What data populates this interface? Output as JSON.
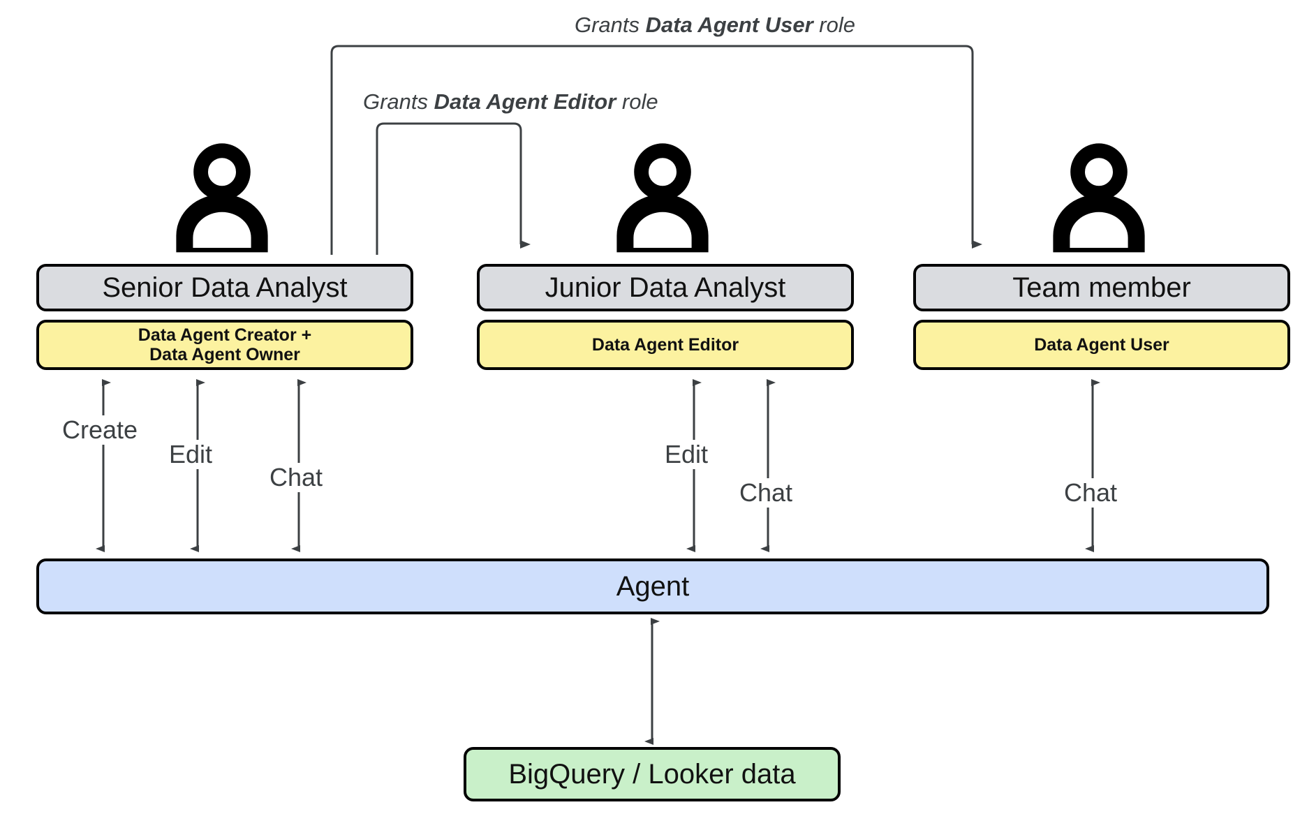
{
  "diagram": {
    "title": "Data Agent roles and access diagram",
    "background": "#ffffff",
    "colors": {
      "role_title_fill": "#dadce0",
      "role_badge_fill": "#fcf2a0",
      "agent_fill": "#cfdffc",
      "data_fill": "#c9f0c9",
      "stroke": "#000000",
      "connector": "#3c4043",
      "text": "#111111"
    }
  },
  "grants": [
    {
      "id": "grant-user",
      "prefix": "Grants ",
      "role": "Data Agent User",
      "suffix": " role",
      "from": "Senior Data Analyst",
      "to": "Team member"
    },
    {
      "id": "grant-editor",
      "prefix": "Grants ",
      "role": "Data Agent Editor",
      "suffix": " role",
      "from": "Senior Data Analyst",
      "to": "Junior Data Analyst"
    }
  ],
  "personas": [
    {
      "id": "senior-data-analyst",
      "icon": "person-icon",
      "title": "Senior Data Analyst",
      "badge": "Data Agent Creator +\nData Agent Owner",
      "badge_lines": [
        "Data Agent Creator +",
        "Data Agent Owner"
      ],
      "actions": [
        "Create",
        "Edit",
        "Chat"
      ]
    },
    {
      "id": "junior-data-analyst",
      "icon": "person-icon",
      "title": "Junior Data Analyst",
      "badge": "Data Agent Editor",
      "badge_lines": [
        "Data Agent Editor"
      ],
      "actions": [
        "Edit",
        "Chat"
      ]
    },
    {
      "id": "team-member",
      "icon": "person-icon",
      "title": "Team member",
      "badge": "Data Agent User",
      "badge_lines": [
        "Data Agent User"
      ],
      "actions": [
        "Chat"
      ]
    }
  ],
  "agent": {
    "label": "Agent"
  },
  "data_store": {
    "label": "BigQuery / Looker data"
  },
  "edge_labels": {
    "create": "Create",
    "edit": "Edit",
    "chat": "Chat",
    "edit_2": "Edit",
    "chat_2": "Chat",
    "chat_3": "Chat"
  }
}
